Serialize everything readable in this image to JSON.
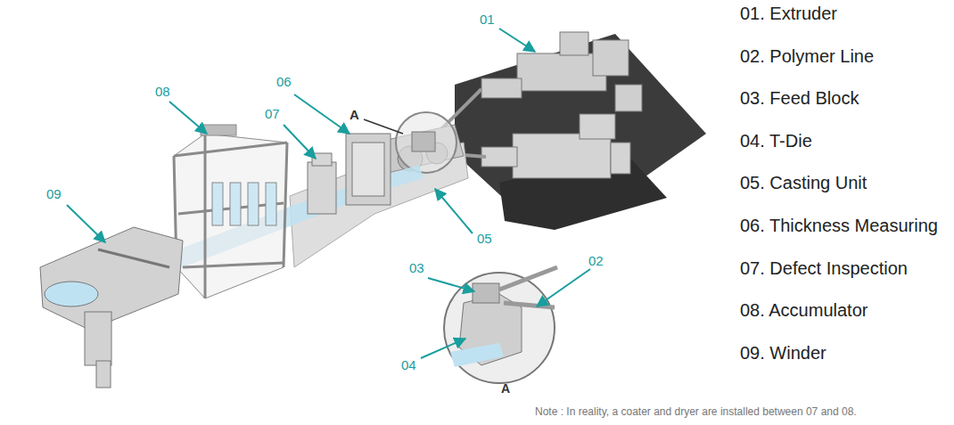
{
  "diagram": {
    "labels": [
      "01",
      "08",
      "06",
      "07",
      "A",
      "09",
      "05",
      "03",
      "02",
      "04",
      "A",
      "01. Extruder",
      "02. Polymer Line",
      "03. Feed Block",
      "04. T-Die",
      "05. Casting Unit",
      "06. Thickness Measuring",
      "07. Defect Inspection",
      "08. Accumulator",
      "09. Winder",
      "Note : In reality, a coater and dryer are installed between 07 and 08."
    ]
  }
}
